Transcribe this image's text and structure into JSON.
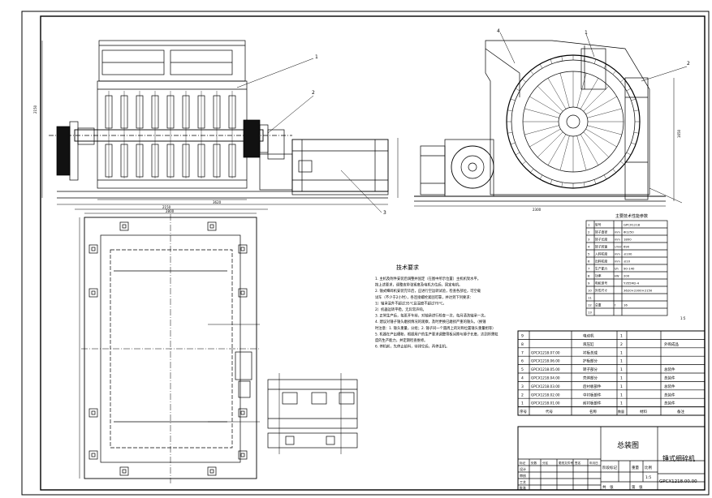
{
  "callouts": {
    "c1": "1",
    "c2": "2",
    "c3": "3",
    "c4": "4"
  },
  "technical_requirements": {
    "title": "技术要求",
    "lines": [
      "1. 主机及附件安装后调整并固定（在图中所示位置）主机机架水平。",
      "   按上述要求，调整皮带张紧度及电机方位后，固定电机。",
      "2. 锤式细碎机安装完毕后，应进行空运转试验，检查各部位，可空载",
      "   试车（不少于2小时），各连接螺栓紧固可靠，并达到下列要求：",
      "   1）轴承温升不超过35℃且温度不超过70℃。",
      "   2）机器运转平稳，无异常声响。",
      "3. 正常生产后，每班开车前，对轴承进行检查一次，每月清洗轴承一次。",
      "4. 建议对锤子锤头磨损情况的观察，及时更换已磨损严重的锤头。（换锤",
      "   时注意：1. 锤头重量，分组；2. 锤子同一个圆周上的对称位置锤头重量相等）",
      "5. 机器在产出细粉，根据用户的生产要求调整筛板间隙与锤子长度，达到所需粒",
      "   度的生产能力，并定期检查维修。",
      "6. 停机前，先停止给料，待排空后，再停主机。"
    ]
  },
  "params_table": {
    "title": "主要技术性能参数",
    "rows": [
      {
        "no": "1",
        "item": "型号",
        "unit": "",
        "value": "GPCX1218"
      },
      {
        "no": "2",
        "item": "转子直径",
        "unit": "mm",
        "value": "Φ1250"
      },
      {
        "no": "3",
        "item": "转子长度",
        "unit": "mm",
        "value": "1800"
      },
      {
        "no": "4",
        "item": "转子转速",
        "unit": "r/min",
        "value": "690"
      },
      {
        "no": "5",
        "item": "入料粒度",
        "unit": "mm",
        "value": "≤100"
      },
      {
        "no": "6",
        "item": "出料粒度",
        "unit": "mm",
        "value": "≤10"
      },
      {
        "no": "7",
        "item": "生产能力",
        "unit": "t/h",
        "value": "90-140"
      },
      {
        "no": "8",
        "item": "功率",
        "unit": "kW",
        "value": "200"
      },
      {
        "no": "9",
        "item": "电机型号",
        "unit": "",
        "value": "Y355M2-4"
      },
      {
        "no": "10",
        "item": "外形尺寸",
        "unit": "",
        "value": "3620×2300×2150"
      },
      {
        "no": "11",
        "item": "",
        "unit": "",
        "value": ""
      },
      {
        "no": "12",
        "item": "总重",
        "unit": "t",
        "value": "16"
      },
      {
        "no": "13",
        "item": "",
        "unit": "",
        "value": ""
      }
    ]
  },
  "bom": {
    "header": {
      "no": "序号",
      "code": "代号",
      "name": "名称",
      "qty": "数量",
      "material": "材料",
      "remark": "备注"
    },
    "rows": [
      {
        "no": "9",
        "code": "",
        "name": "电动机",
        "qty": "1",
        "material": "",
        "remark": ""
      },
      {
        "no": "8",
        "code": "",
        "name": "液压缸",
        "qty": "2",
        "material": "",
        "remark": "外购成品"
      },
      {
        "no": "7",
        "code": "GPCX1218.07.00",
        "name": "衬板总成",
        "qty": "1",
        "material": "",
        "remark": ""
      },
      {
        "no": "6",
        "code": "GPCX1218.06.00",
        "name": "护板部分",
        "qty": "1",
        "material": "",
        "remark": ""
      },
      {
        "no": "5",
        "code": "GPCX1218.05.00",
        "name": "转子部分",
        "qty": "1",
        "material": "",
        "remark": "总装件"
      },
      {
        "no": "4",
        "code": "GPCX1218.04.00",
        "name": "壳体部分",
        "qty": "1",
        "material": "",
        "remark": "总装件"
      },
      {
        "no": "3",
        "code": "GPCX1218.03.00",
        "name": "后衬板部件",
        "qty": "1",
        "material": "",
        "remark": "总装件"
      },
      {
        "no": "2",
        "code": "GPCX1218.02.00",
        "name": "中衬板部件",
        "qty": "1",
        "material": "",
        "remark": "总装件"
      },
      {
        "no": "1",
        "code": "GPCX1218.01.00",
        "name": "前衬板部件",
        "qty": "1",
        "material": "",
        "remark": "总装件"
      }
    ]
  },
  "title_block": {
    "drawing_title": "总装图",
    "machine_name": "锤式细碎机",
    "drawing_no": "GPCX1218.00.00",
    "scale_label": "比例",
    "scale_value": "1:5",
    "stage_mark": "阶段标记",
    "weight": "重量",
    "total_sheets": "共　张",
    "sheet_no": "第　张",
    "designer": "设计",
    "checker": "审核",
    "craft": "工艺",
    "approval": "批准",
    "rev_headers": [
      "标记",
      "处数",
      "分区",
      "更改文件号",
      "签名",
      "年月日"
    ]
  },
  "dims": {
    "front_width": "3620",
    "front_inner": "2150",
    "side_width": "2300",
    "plan_width": "2800",
    "height": "2150",
    "side_height": "1650",
    "small_note": "1:5"
  }
}
